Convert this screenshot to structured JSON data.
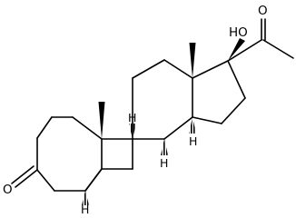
{
  "molecule": {
    "atom_labels": {
      "hydroxyl": "HO",
      "ketone_o_top": "O",
      "ketone_o_ring": "O",
      "h_c8": "H",
      "h_c9": "H",
      "h_c14": "H",
      "h_c5": "H"
    }
  }
}
